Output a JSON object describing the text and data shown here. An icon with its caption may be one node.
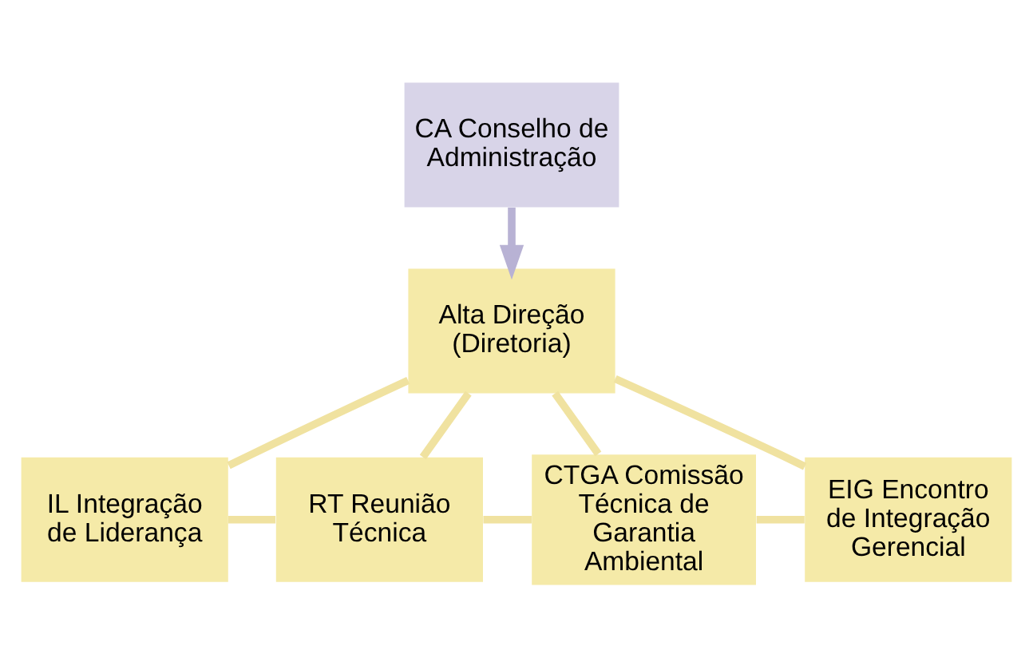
{
  "diagram": {
    "nodes": [
      {
        "text": [
          "CA Conselho de Administração"
        ]
      },
      {
        "text": [
          "Alta Direção (Diretoria)"
        ]
      },
      {
        "text": [
          "IL Integração de Liderança"
        ]
      },
      {
        "text": [
          "RT Reunião Técnica"
        ]
      },
      {
        "text": [
          "CTGA Comissão Técnica de Garantia Ambiental"
        ]
      },
      {
        "text": [
          "EIG Encontro de Integração Gerencial"
        ]
      }
    ],
    "edges": [
      {
        "from": 0,
        "to": 1,
        "arrow": "to",
        "color": "#b8b2d4"
      },
      {
        "from": 1,
        "to": 2,
        "arrow": "none"
      },
      {
        "from": 1,
        "to": 3,
        "arrow": "none"
      },
      {
        "from": 1,
        "to": 4,
        "arrow": "none"
      },
      {
        "from": 1,
        "to": 5,
        "arrow": "none"
      },
      {
        "from": 2,
        "to": 3,
        "arrow": "none"
      },
      {
        "from": 3,
        "to": 4,
        "arrow": "none"
      },
      {
        "from": 4,
        "to": 5,
        "arrow": "none"
      }
    ]
  }
}
